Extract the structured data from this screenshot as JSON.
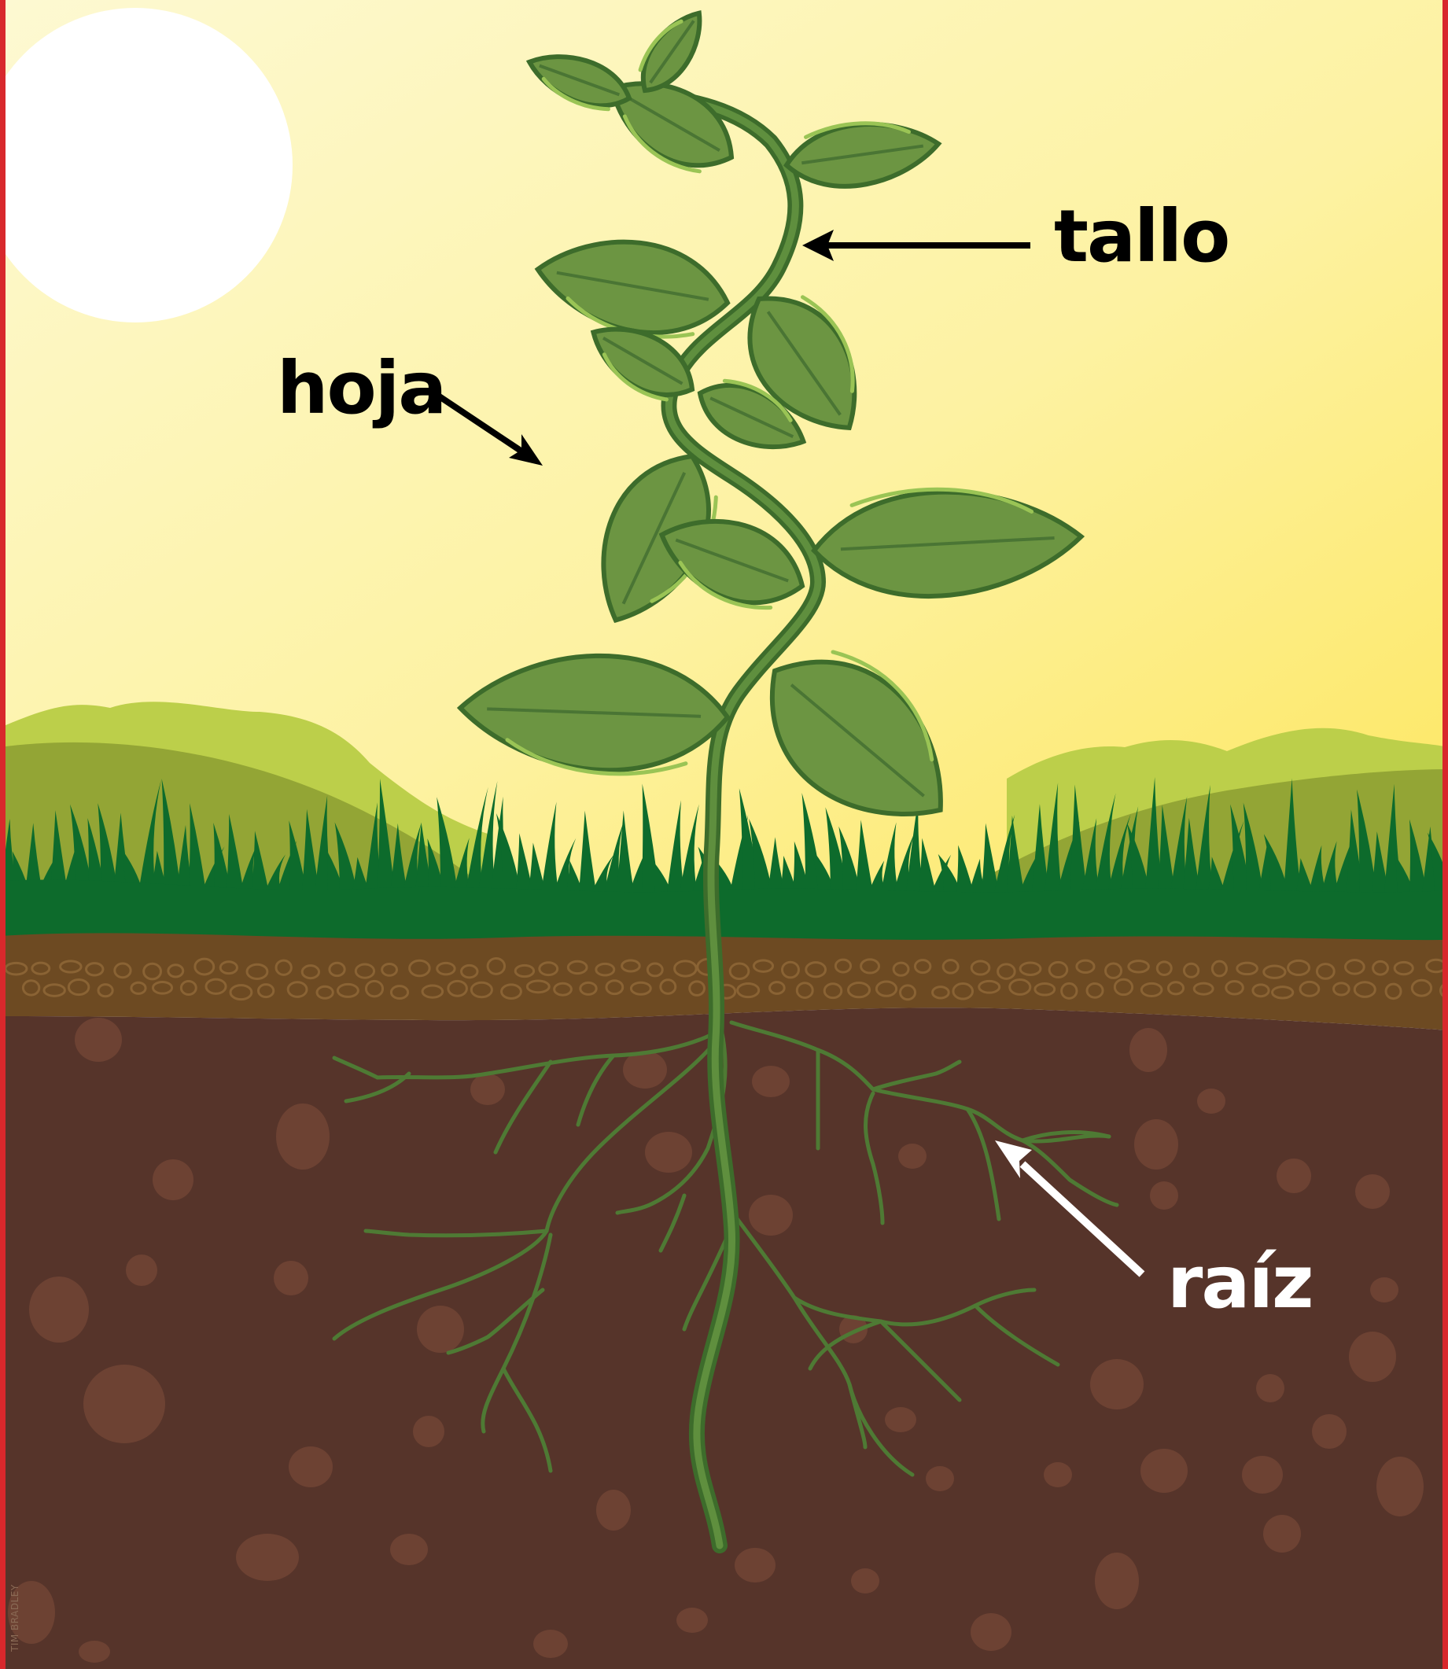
{
  "labels": {
    "stem": "tallo",
    "leaf": "hoja",
    "root": "raíz"
  },
  "credit": "TIM BRADLEY",
  "colors": {
    "frame": "#d8282c",
    "sky_top": "#fcf7c8",
    "sky_bottom": "#fde968",
    "sun": "#ffffff",
    "hill_light": "#bccf4a",
    "hill_dark": "#93a535",
    "grass": "#0d6b2c",
    "topsoil": "#6d4a22",
    "soil": "#56342a",
    "rock": "#6d4233",
    "leaf": "#6c9542",
    "leaf_outline": "#3d6c2b",
    "leaf_vein": "#4a7534",
    "leaf_highlight": "#9ac455",
    "stem": "#3d6c2b",
    "root": "#4e7a34"
  }
}
